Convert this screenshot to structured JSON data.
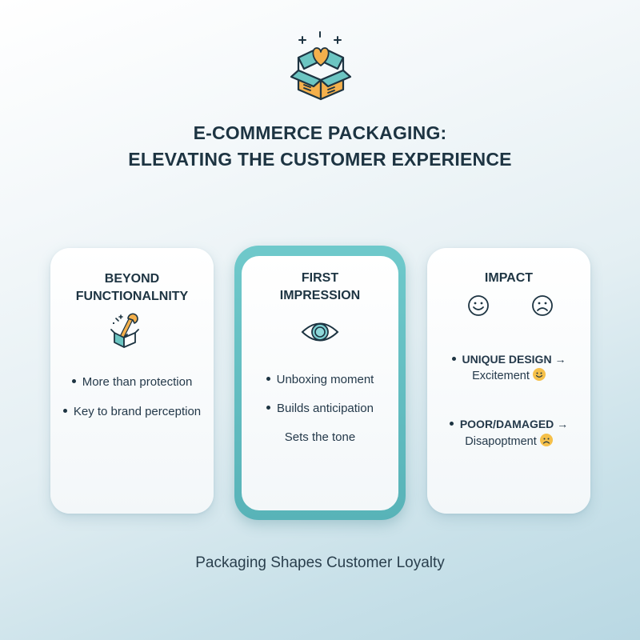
{
  "header": {
    "icon": "open-box-heart-icon",
    "title_line1": "E-COMMERCE PACKAGING:",
    "title_line2": "ELEVATING THE CUSTOMER EXPERIENCE"
  },
  "cards": [
    {
      "title_line1": "BEYOND",
      "title_line2": "FUNCTIONALNITY",
      "icon": "box-wrench-icon",
      "bullets": [
        "More than protection",
        "Key to brand perception"
      ]
    },
    {
      "title_line1": "FIRST",
      "title_line2": "IMPRESSION",
      "icon": "eye-icon",
      "highlighted": true,
      "bullets": [
        "Unboxing moment",
        "Builds anticipation"
      ],
      "extra_line": "Sets the tone"
    },
    {
      "title": "IMPACT",
      "icons": [
        "smiley-face-icon",
        "frown-face-icon"
      ],
      "items": [
        {
          "label": "UNIQUE DESIGN →",
          "result": "Excitement",
          "emoji": "happy-emoji"
        },
        {
          "label": "POOR/DAMAGED →",
          "result": "Disapoptment",
          "emoji": "sad-emoji"
        }
      ]
    }
  ],
  "footer": {
    "tagline": "Packaging Shapes Customer Loyalty"
  },
  "colors": {
    "teal_accent": "#5fbcc0",
    "box_orange": "#f4b04c",
    "text_dark": "#1d3442",
    "emoji_yellow": "#f5c04a"
  }
}
